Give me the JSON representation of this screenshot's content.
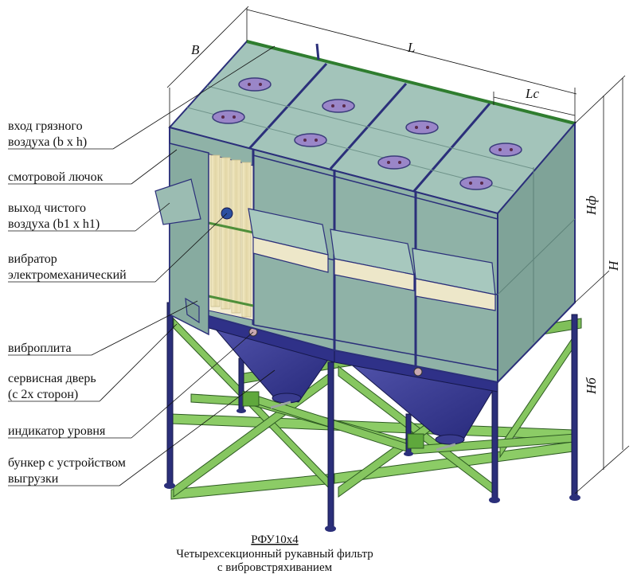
{
  "labels": {
    "inlet_line1": "вход грязного",
    "inlet_line2": "воздуха (b x h)",
    "hatch": "смотровой лючок",
    "outlet_line1": "выход чистого",
    "outlet_line2": "воздуха (b1 x h1)",
    "vibrator_line1": "вибратор",
    "vibrator_line2": "электромеханический",
    "plate": "виброплита",
    "door_line1": "сервисная дверь",
    "door_line2": "(с 2х сторон)",
    "level": "индикатор уровня",
    "hopper_line1": "бункер с устройством",
    "hopper_line2": "выгрузки"
  },
  "dimensions": {
    "B": "B",
    "L": "L",
    "Lc": "Lc",
    "Hf": "Нф",
    "H": "H",
    "Hb": "Нб"
  },
  "caption": {
    "model": "РФУ10х4",
    "line1": "Четырехсекционный рукавный фильтр",
    "line2": "с вибровстряхиванием"
  },
  "colors": {
    "panel": "#8fb2a7",
    "panel_dark": "#6f938a",
    "roof": "#a3c4ba",
    "frame": "#2b2f7a",
    "stand": "#7fbf5a",
    "hopper": "#3d3f96",
    "bags": "#e9dfb5"
  }
}
